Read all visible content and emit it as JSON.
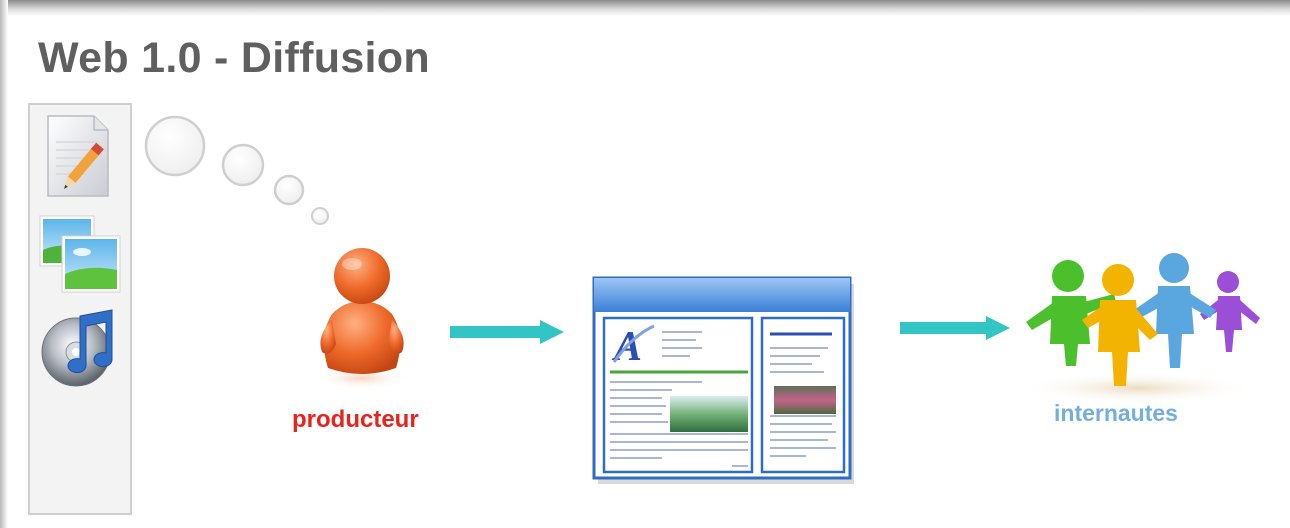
{
  "title": "Web 1.0 - Diffusion",
  "colors": {
    "title": "#5f5f5f",
    "producteur_label": "#e8231c",
    "internautes_label": "#74aee0",
    "arrow": "#33c4c6",
    "producer_figure": "#ef6a2a",
    "browser_frame": "#3a7fd6"
  },
  "media_icons": [
    "document-edit-icon",
    "images-icon",
    "music-disc-icon"
  ],
  "producer": {
    "label": "producteur",
    "icon": "person-icon"
  },
  "website": {
    "icon": "webpage-icon"
  },
  "audience": {
    "label": "internautes",
    "icon": "people-group-icon",
    "figure_colors": [
      "#4cbf2c",
      "#f2b400",
      "#5aa7e0",
      "#9a4fd6"
    ]
  },
  "arrows": [
    "arrow-to-website",
    "arrow-to-internautes"
  ]
}
